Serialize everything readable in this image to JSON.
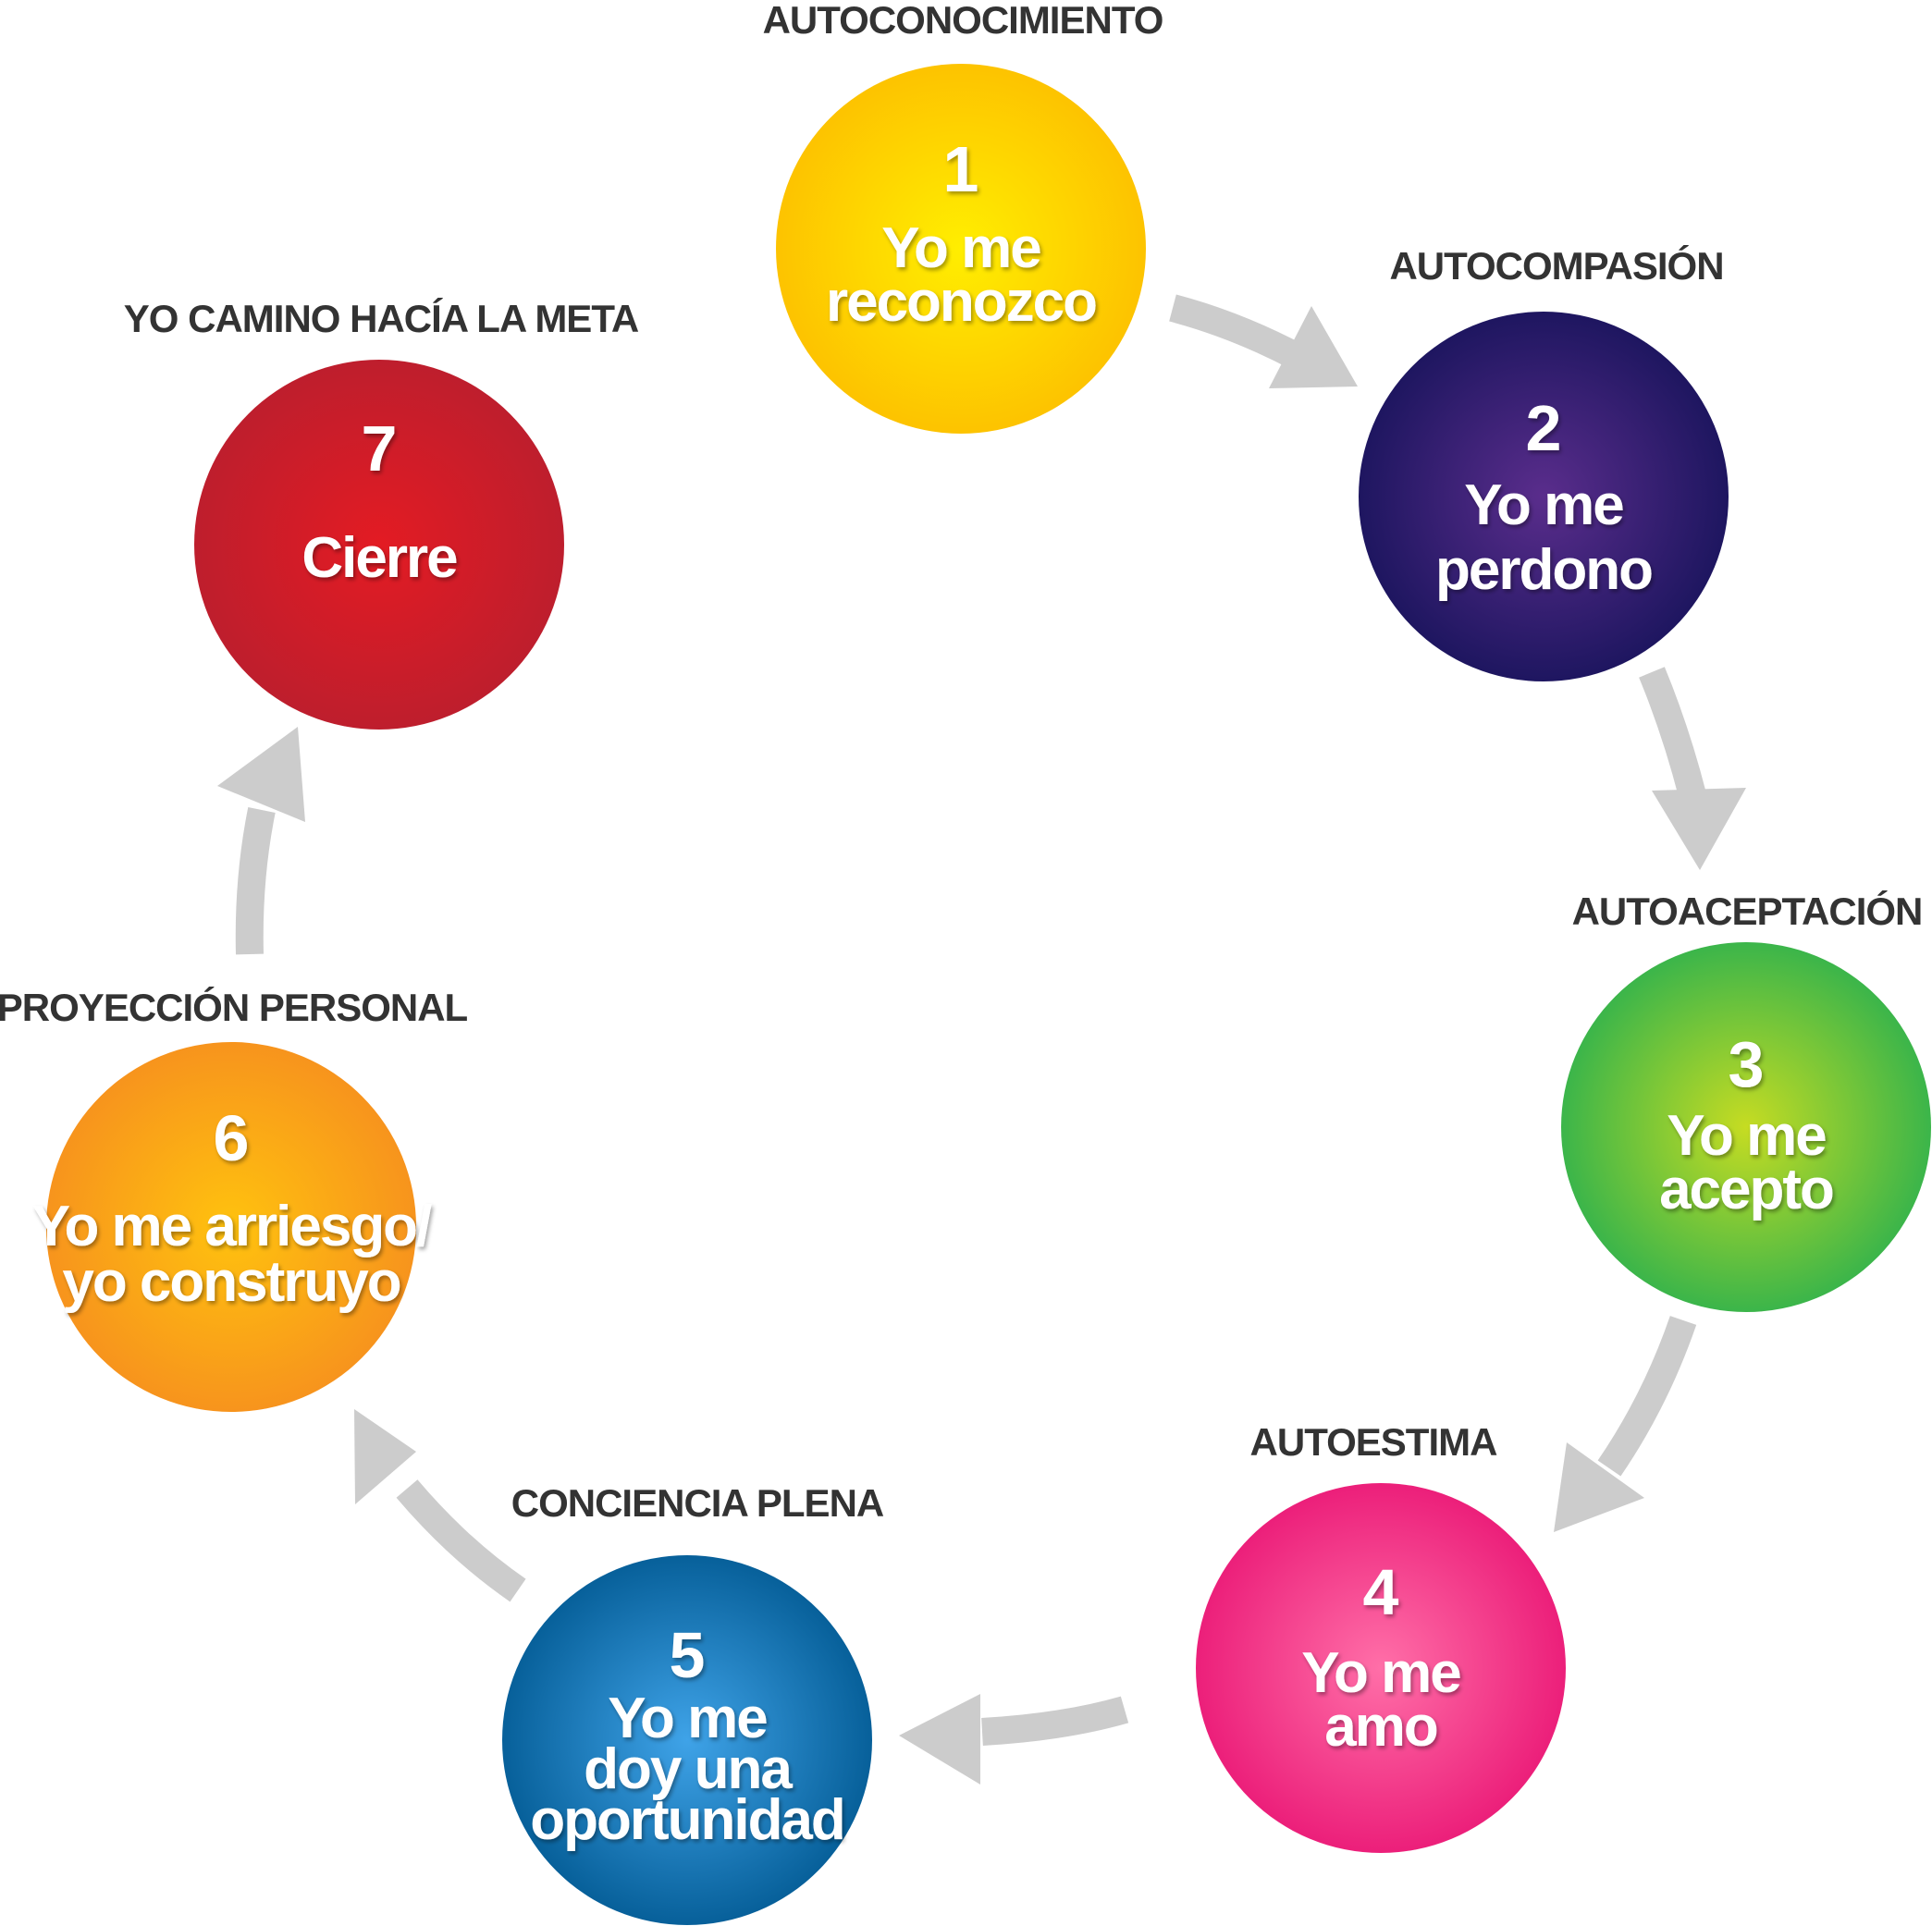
{
  "diagram": {
    "type": "cycle",
    "arrow_color": "#cccccc",
    "label_color": "#333333",
    "stages": [
      {
        "number": "1",
        "label": "AUTOCONOCIMIENTO",
        "text": [
          "Yo me",
          "reconozco"
        ],
        "color_center": "#ffee00",
        "color_edge": "#fdc300"
      },
      {
        "number": "2",
        "label": "AUTOCOMPASIÓN",
        "text": [
          "Yo me",
          "perdono"
        ],
        "color_center": "#5a2d8c",
        "color_edge": "#1e1660"
      },
      {
        "number": "3",
        "label": "AUTOACEPTACIÓN",
        "text": [
          "Yo me",
          "acepto"
        ],
        "color_center": "#c6dc22",
        "color_edge": "#3bb54a"
      },
      {
        "number": "4",
        "label": "AUTOESTIMA",
        "text": [
          "Yo me",
          "amo"
        ],
        "color_center": "#ff6fa8",
        "color_edge": "#ec1f7a"
      },
      {
        "number": "5",
        "label": "CONCIENCIA PLENA",
        "text": [
          "Yo me",
          "doy una",
          "oportunidad"
        ],
        "color_center": "#3fa3e8",
        "color_edge": "#07609a"
      },
      {
        "number": "6",
        "label": "PROYECCIÓN PERSONAL",
        "text": [
          "Yo me arriesgo/",
          "yo construyo"
        ],
        "color_center": "#ffc20e",
        "color_edge": "#f7941d"
      },
      {
        "number": "7",
        "label": "YO CAMINO HACÍA LA META",
        "text": [
          "Cierre"
        ],
        "color_center": "#e31b23",
        "color_edge": "#be1e2d"
      }
    ]
  }
}
